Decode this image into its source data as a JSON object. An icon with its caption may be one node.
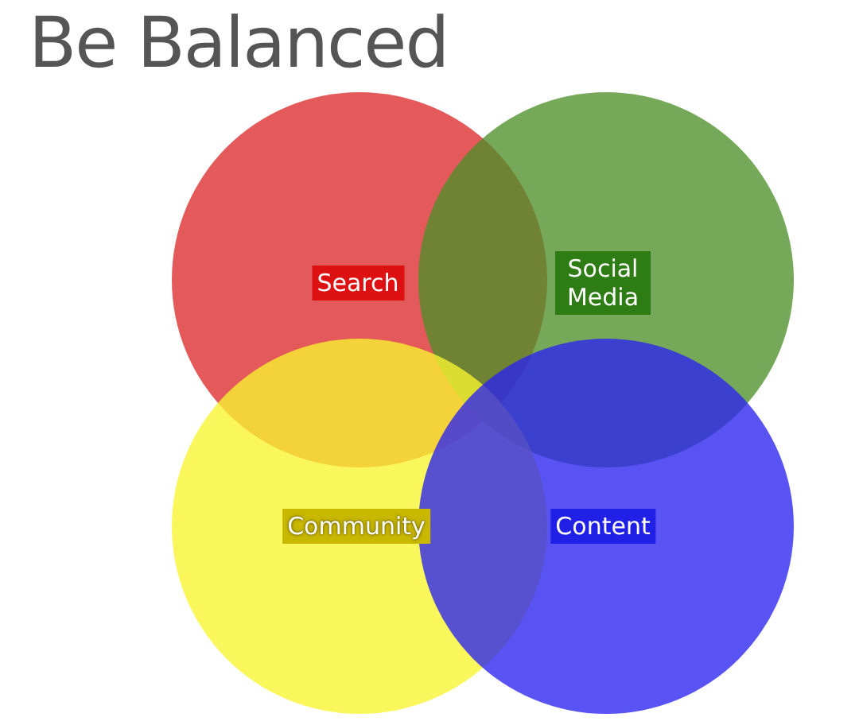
{
  "diagram": {
    "title": "Be Balanced",
    "nodes": [
      {
        "text": [
          "Search"
        ]
      },
      {
        "text": [
          "Social Media"
        ]
      },
      {
        "text": [
          "Community"
        ]
      },
      {
        "text": [
          "Content"
        ]
      }
    ]
  }
}
